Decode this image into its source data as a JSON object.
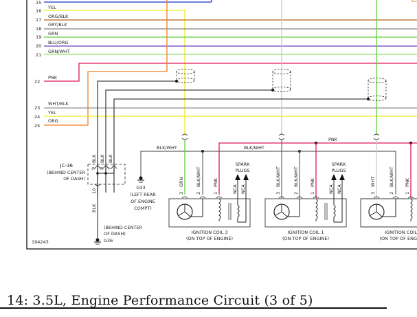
{
  "caption": "14: 3.5L, Engine Performance Circuit (3 of 5)",
  "diagram_id": "194243",
  "wires": [
    {
      "num": "15",
      "label": "",
      "color": "#1a2fd0"
    },
    {
      "num": "16",
      "label": "YEL",
      "color": "#f0ea20"
    },
    {
      "num": "17",
      "label": "ORG/BLK",
      "color": "#b5651d"
    },
    {
      "num": "18",
      "label": "GRY/BLK",
      "color": "#808080"
    },
    {
      "num": "19",
      "label": "GRN",
      "color": "#5cd03a"
    },
    {
      "num": "20",
      "label": "BLU/ORG",
      "color": "#6a3cc0"
    },
    {
      "num": "21",
      "label": "GRN/WHT",
      "color": "#90e070"
    },
    {
      "num": "22",
      "label": "PNK",
      "color": "#e0185a"
    },
    {
      "num": "23",
      "label": "WHT/BLK",
      "color": "#909090"
    },
    {
      "num": "24",
      "label": "YEL",
      "color": "#f0ea20"
    },
    {
      "num": "25",
      "label": "ORG",
      "color": "#f08020"
    }
  ],
  "splice": {
    "name": "JC-36",
    "location_line1": "(BEHIND CENTER",
    "location_line2": "OF DASH)",
    "pins": [
      "9",
      "8",
      "7"
    ],
    "pin_wire": "BLK",
    "out_pin": "10",
    "out_wire": "BLK"
  },
  "grounds": {
    "g33": {
      "name": "G33",
      "line1": "(LEFT REAR",
      "line2": "OF ENGINE",
      "line3": "COMPT)"
    },
    "g36": {
      "name": "G36",
      "line1": "(BEHIND CENTER",
      "line2": "OF DASH)"
    }
  },
  "bus_labels": {
    "blkwht_left": "BLK/WHT",
    "blkwht_mid": "BLK/WHT",
    "pnk": "PNK"
  },
  "coils": [
    {
      "title": "IGNITION COIL 3",
      "location": "(ON TOP OF ENGINE)",
      "pin3_wire": "GRN",
      "pin2_wire": "BLK/WHT",
      "pin1_wire": "PNK",
      "spark": "SPARK",
      "plugs": "PLUGS",
      "nca": "NCA"
    },
    {
      "title": "IGNITION COIL 1",
      "location": "(ON TOP OF ENGINE)",
      "pin3_wire": "BLK/WHT",
      "pin2_wire": "BLK/WHT",
      "pin1_wire": "PNK",
      "spark": "SPARK",
      "plugs": "PLUGS",
      "nca": "NCA"
    },
    {
      "title": "IGNITION COIL",
      "location": "(ON TOP OF ENG",
      "pin3_wire": "WHT",
      "pin2_wire": "BLK/WHT",
      "pin1_wire": "PNK"
    }
  ],
  "pin_numbers": [
    "3",
    "2",
    "1"
  ]
}
